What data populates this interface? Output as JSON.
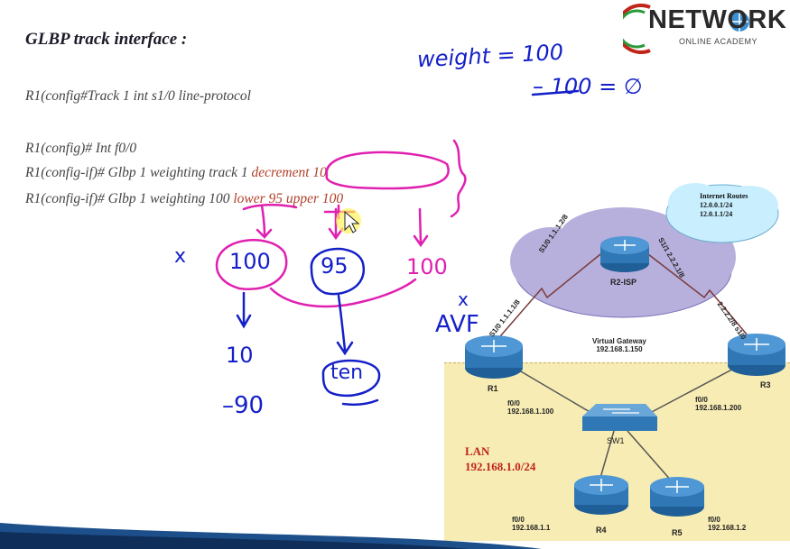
{
  "slide": {
    "title": "GLBP track interface :",
    "commands": [
      {
        "text": "R1(config#Track 1  int s1/0 line-protocol",
        "highlight": ""
      },
      {
        "text": "R1(config)#  Int f0/0",
        "highlight": ""
      },
      {
        "text": "R1(config-if)#  Glbp 1  weighting track 1 ",
        "highlight": "decrement 10"
      },
      {
        "text": "R1(config-if)#  Glbp 1  weighting 100 ",
        "highlight": "lower 95 upper 100"
      }
    ]
  },
  "logo": {
    "main": "NETWORK",
    "sub": "ONLINE ACADEMY"
  },
  "diagram": {
    "internet_routes": {
      "title": "Internet Routes",
      "lines": [
        "12.0.0.1/24",
        "12.0.1.1/24"
      ]
    },
    "isp": {
      "name": "R2-ISP"
    },
    "r1": {
      "name": "R1",
      "s_if": "S1/0",
      "s_ip": "1.1.1.1/8",
      "f_if": "f0/0",
      "f_ip": "192.168.1.100"
    },
    "r3": {
      "name": "R3",
      "s_if": "s1/0",
      "s_ip": "2.2.2.2/8",
      "f_if": "f0/0",
      "f_ip": "192.168.1.200"
    },
    "isp_links": {
      "left_if": "S1/0",
      "left_ip": "1.1.1.2/8",
      "right_if": "S1/1",
      "right_ip": "2.2.2.1/8"
    },
    "virtual_gateway": {
      "label": "Virtual Gateway",
      "ip": "192.168.1.150"
    },
    "switch": {
      "name": "SW1"
    },
    "lan": {
      "label": "LAN",
      "subnet": "192.168.1.0/24"
    },
    "r4": {
      "name": "R4",
      "f_if": "f0/0",
      "f_ip": "192.168.1.1"
    },
    "r5": {
      "name": "R5",
      "f_if": "f0/0",
      "f_ip": "192.168.1.2"
    }
  },
  "handwriting": {
    "weight": "weight = 100",
    "minus": "– 100 = ∅",
    "x1": "x",
    "x2": "x",
    "avf": "AVF",
    "circle100": "100",
    "circle95": "95",
    "right100": "100",
    "ten_num": "10",
    "ninety": "–90",
    "ten_word": "ten"
  },
  "colors": {
    "ink_blue": "#1420c8",
    "ink_magenta": "#e020b0",
    "highlight_red": "#b0402a",
    "lan_yellow": "#f7ecb4",
    "cloud_purple": "#b7b0dc",
    "router_blue": "#2f78b5"
  }
}
